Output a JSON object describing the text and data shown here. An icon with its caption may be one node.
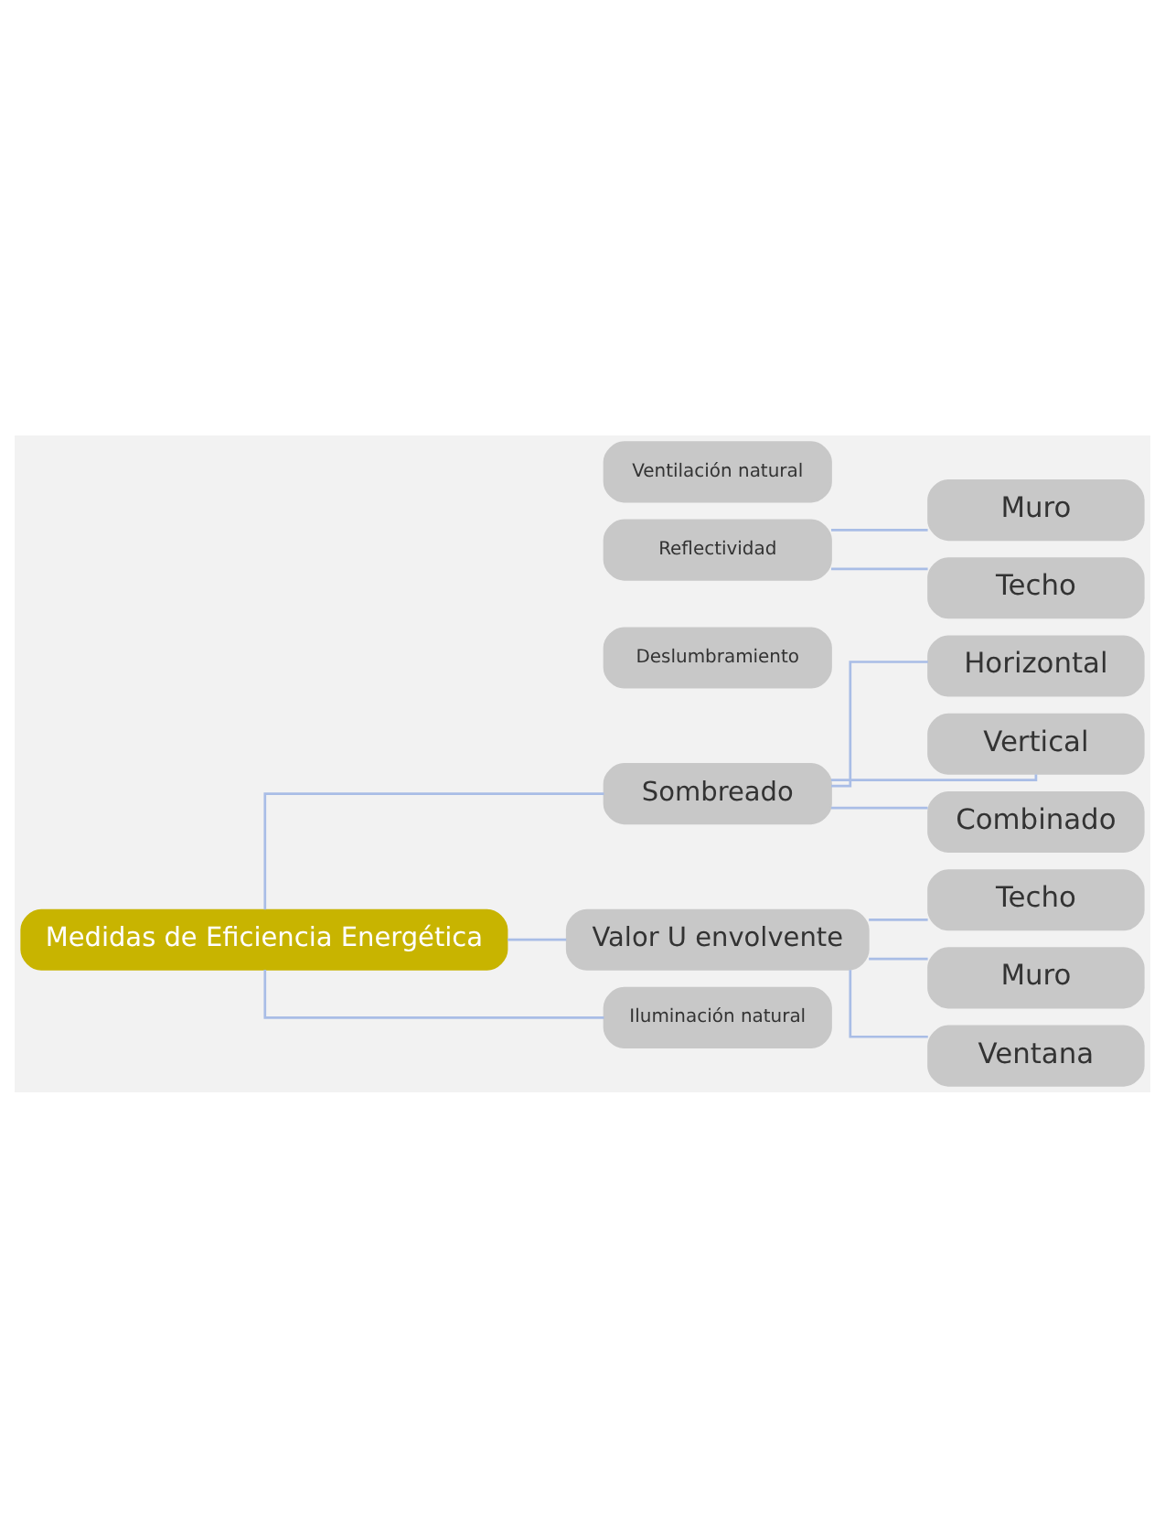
{
  "diagram": {
    "nodes": [
      {
        "text": [
          "Medidas de Eficiencia Energética"
        ]
      },
      {
        "text": [
          "Sombreado"
        ]
      },
      {
        "text": [
          "Horizontal"
        ]
      },
      {
        "text": [
          "Vertical"
        ]
      },
      {
        "text": [
          "Combinado"
        ]
      },
      {
        "text": [
          "Deslumbramiento"
        ]
      },
      {
        "text": [
          "Valor U envolvente"
        ]
      },
      {
        "text": [
          "Techo"
        ]
      },
      {
        "text": [
          "Muro"
        ]
      },
      {
        "text": [
          "Ventana"
        ]
      },
      {
        "text": [
          "Reflectividad"
        ]
      },
      {
        "text": [
          "Muro"
        ]
      },
      {
        "text": [
          "Techo"
        ]
      },
      {
        "text": [
          "Ventilación natural"
        ]
      },
      {
        "text": [
          "Iluminación natural"
        ]
      }
    ],
    "edges": [
      {
        "from": 0,
        "to": 1,
        "arrow": "none"
      },
      {
        "from": 0,
        "to": 6,
        "arrow": "none"
      },
      {
        "from": 0,
        "to": 14,
        "arrow": "none"
      },
      {
        "from": 1,
        "to": 2,
        "arrow": "none"
      },
      {
        "from": 1,
        "to": 3,
        "arrow": "none"
      },
      {
        "from": 1,
        "to": 4,
        "arrow": "none"
      },
      {
        "from": 6,
        "to": 7,
        "arrow": "none"
      },
      {
        "from": 6,
        "to": 8,
        "arrow": "none"
      },
      {
        "from": 6,
        "to": 9,
        "arrow": "none"
      },
      {
        "from": 10,
        "to": 11,
        "arrow": "none"
      },
      {
        "from": 10,
        "to": 12,
        "arrow": "none"
      }
    ]
  }
}
